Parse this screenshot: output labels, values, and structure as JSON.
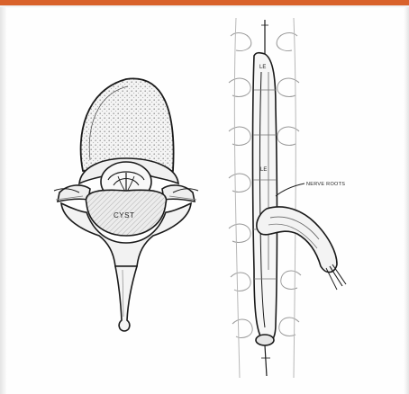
{
  "header": {
    "accent_color": "#d9622b"
  },
  "figure": {
    "cross_section": {
      "label": "CYST"
    },
    "posterior_view": {
      "label_upper": "LE",
      "label_middle": "LE",
      "label_root": "NERVE ROOTS"
    }
  }
}
